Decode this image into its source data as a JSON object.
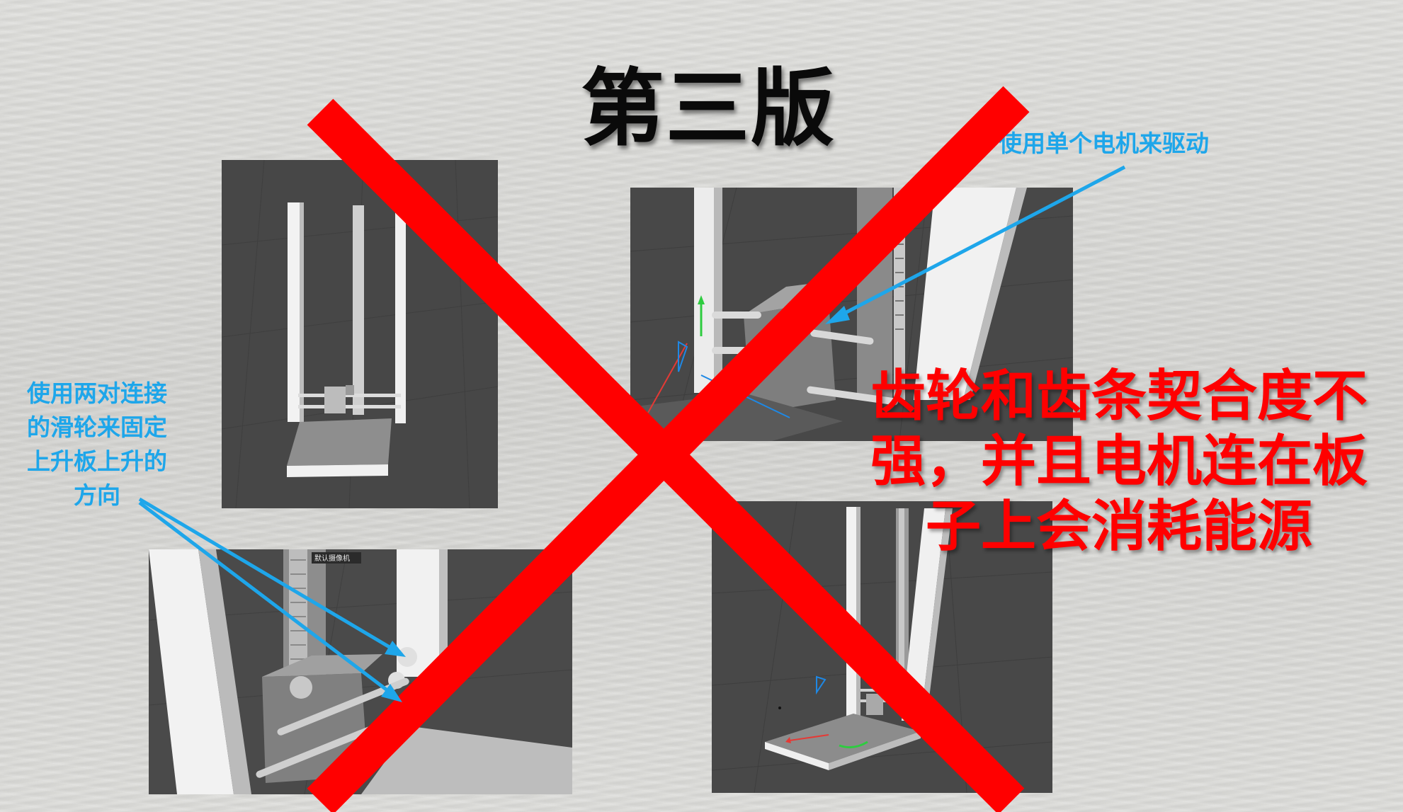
{
  "slide": {
    "title": "第三版",
    "annotation_top_right": "使用单个电机来驱动",
    "annotation_left": [
      "使用两对连接",
      "的滑轮来固定",
      "上升板上升的",
      "方向"
    ],
    "annotation_red": [
      "齿轮和齿条契合度不",
      "强，并且电机连在板",
      "子上会消耗能源"
    ],
    "viewport_label": "默认摄像机",
    "colors": {
      "annotation_blue": "#1ea6ea",
      "cross_red": "#ff0000",
      "title": "#0a0a0a",
      "viewport_bg": "#4a4a4a"
    },
    "icons": {
      "cross": "rejection-cross-icon",
      "arrow": "callout-arrow-icon"
    }
  }
}
